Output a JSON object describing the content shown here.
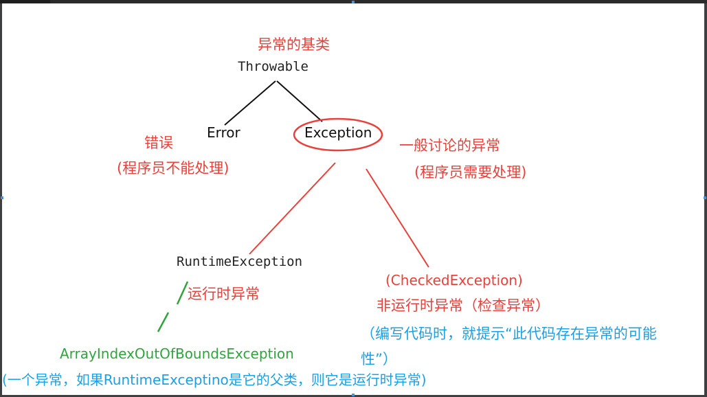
{
  "nodes": {
    "throwable": "Throwable",
    "throwable_note": "异常的基类",
    "error": "Error",
    "error_note_1": "错误",
    "error_note_2": "(程序员不能处理)",
    "exception": "Exception",
    "exception_note_1": "一般讨论的异常",
    "exception_note_2": "(程序员需要处理)",
    "runtime": "RuntimeException",
    "runtime_note": "运行时异常",
    "checked": "(CheckedException)",
    "checked_note": "非运行时异常（检查异常）",
    "checked_hint_1": "（编写代码时，就提示“此代码存在异常的可能",
    "checked_hint_2": "性”）",
    "array": "ArrayIndexOutOfBoundsException",
    "array_note": "(一个异常，如果RuntimeExceptino是它的父类，则它是运行时异常)"
  },
  "colors": {
    "annotation_red": "#e8403a",
    "annotation_green": "#2fa43c",
    "annotation_blue": "#1aa0e6",
    "tree_black": "#111111"
  }
}
